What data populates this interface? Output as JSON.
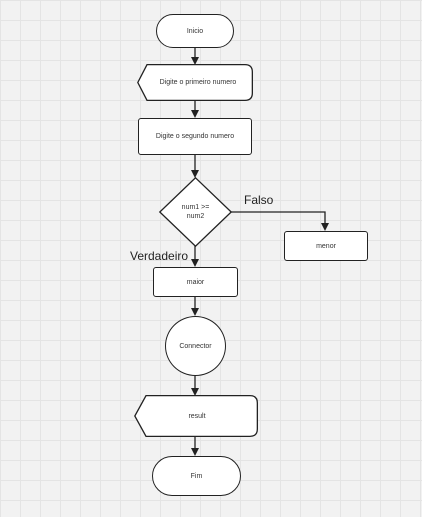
{
  "nodes": {
    "start": "Inicio",
    "input_first": "Digite o primeiro numero",
    "input_second": "Digite o segundo numero",
    "decision_line1": "num1 >=",
    "decision_line2": "num2",
    "lesser": "menor",
    "greater": "maior",
    "connector": "Connector",
    "result": "result",
    "end": "Fim"
  },
  "edges": {
    "false_label": "Falso",
    "true_label": "Verdadeiro"
  },
  "colors": {
    "background": "#f2f2f2",
    "grid": "#e4e4e4",
    "stroke": "#222222",
    "fill": "#ffffff",
    "text": "#333333"
  }
}
